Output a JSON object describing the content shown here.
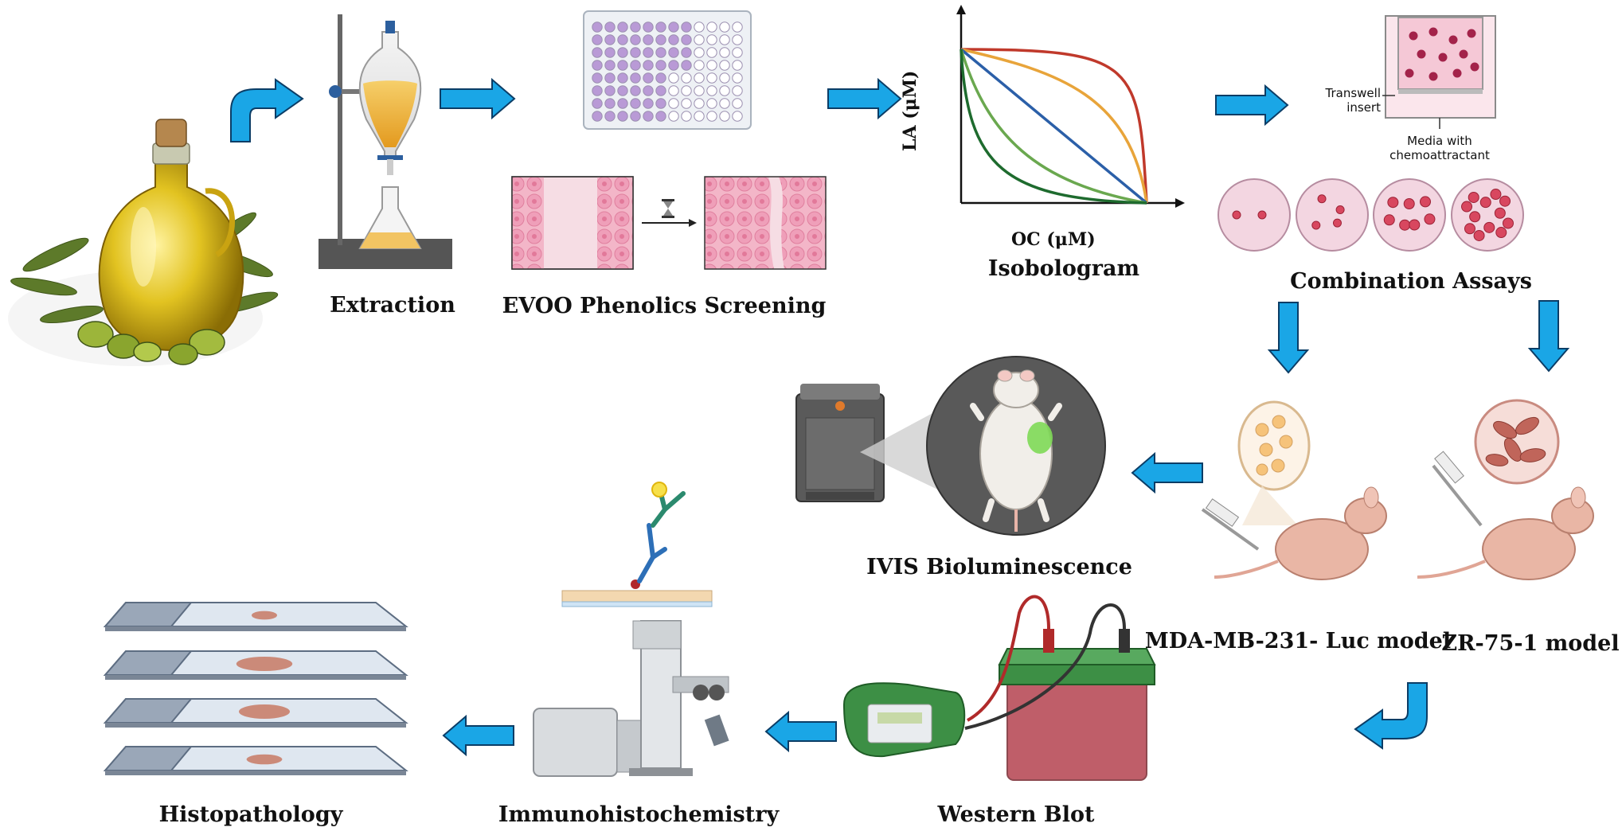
{
  "colors": {
    "arrow": "#1aa6e6",
    "arrow_stroke": "#0b3d66",
    "cell_pink": "#f0a8bd",
    "cell_bg": "#f6d6df",
    "plate_purple": "#b99ad6",
    "oil": "#d8b316",
    "mouse_pink": "#e8b4a8",
    "microscope_gray": "#cfd3d6",
    "gel_green": "#3c8a3c"
  },
  "labels": {
    "extraction": "Extraction",
    "screening": "EVOO Phenolics Screening",
    "isobologram": "Isobologram",
    "combination": "Combination Assays",
    "ivis": "IVIS Bioluminescence",
    "mda_model": "MDA-MB-231- Luc model",
    "zr_model": "ZR-75-1 model",
    "western": "Western Blot",
    "ihc": "Immunohistochemistry",
    "histo": "Histopathology"
  },
  "isobologram": {
    "ylabel": "LA (μM)",
    "xlabel": "OC (μM)",
    "curve_colors": [
      "#c0392b",
      "#e8a43a",
      "#2b5fa8",
      "#6aa84f",
      "#1e6b2e"
    ]
  },
  "transwell": {
    "insert_label": "Transwell\ninsert",
    "media_label": "Media with\nchemoattractant"
  },
  "combination_wells": {
    "cell_counts": [
      2,
      4,
      7,
      12
    ]
  },
  "icons": {
    "flow_arrows": [
      "arrow-right",
      "arrow-down",
      "arrow-left",
      "arrow-curved"
    ],
    "hourglass": "hourglass-icon"
  }
}
